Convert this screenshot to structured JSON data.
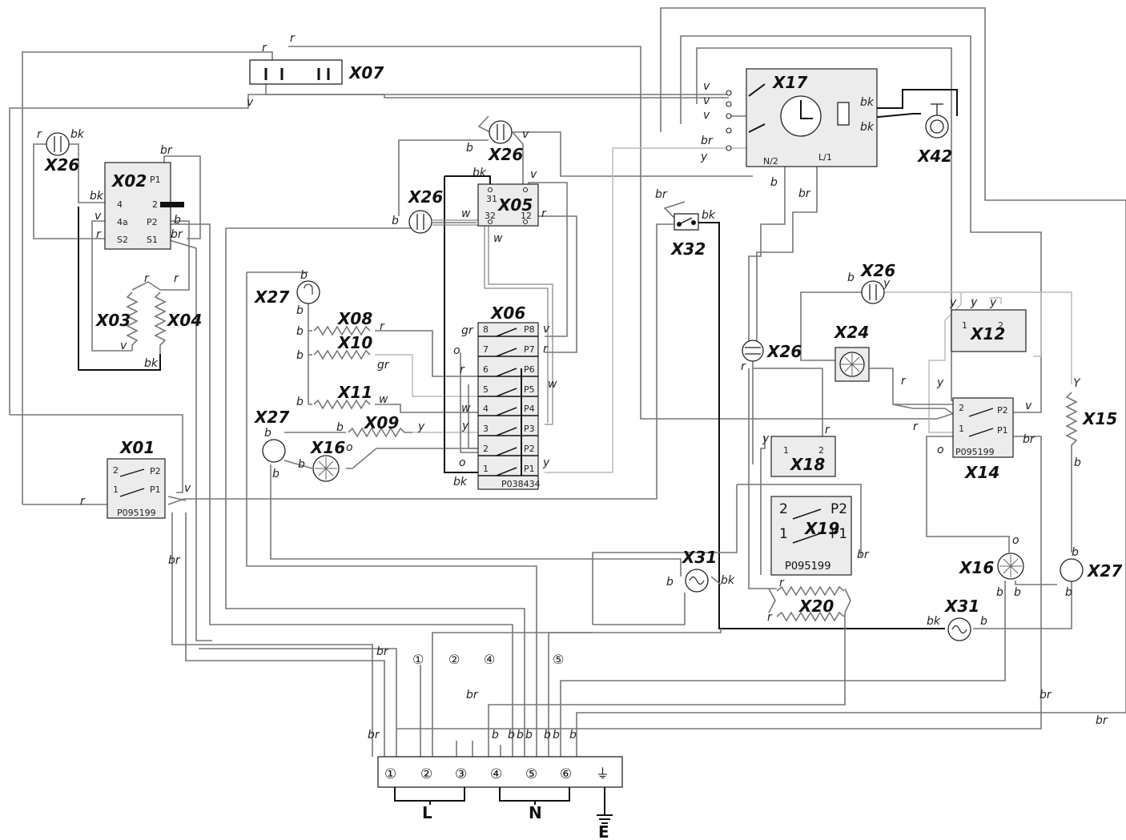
{
  "labels": {
    "X01": "X01",
    "X02": "X02",
    "X03": "X03",
    "X04": "X04",
    "X05": "X05",
    "X06": "X06",
    "X07": "X07",
    "X08": "X08",
    "X09": "X09",
    "X10": "X10",
    "X11": "X11",
    "X12": "X12",
    "X14": "X14",
    "X15": "X15",
    "X16": "X16",
    "X17": "X17",
    "X18": "X18",
    "X19": "X19",
    "X20": "X20",
    "X24": "X24",
    "X26": "X26",
    "X27": "X27",
    "X31": "X31",
    "X32": "X32",
    "X42": "X42"
  },
  "part_numbers": {
    "switch_a": "P095199",
    "selector": "P038434"
  },
  "wire_colors": {
    "r": "r",
    "bk": "bk",
    "br": "br",
    "v": "v",
    "b": "b",
    "w": "w",
    "y": "y",
    "Y": "Y",
    "gr": "gr",
    "o": "o"
  },
  "pins": {
    "P1": "P1",
    "P2": "P2",
    "P3": "P3",
    "P4": "P4",
    "P5": "P5",
    "P6": "P6",
    "P7": "P7",
    "P8": "P8",
    "p4": "4",
    "p4a": "4a",
    "p2": "2",
    "S1": "S1",
    "S2": "S2",
    "n1": "1",
    "n2": "2",
    "n3": "3",
    "n4": "4",
    "n5": "5",
    "n6": "6",
    "n7": "7",
    "n8": "8",
    "n12": "12",
    "n31": "31",
    "n32": "32",
    "N2": "N/2",
    "L1": "L/1"
  },
  "terminals": [
    "①",
    "②",
    "③",
    "④",
    "⑤",
    "⑥",
    "⏚"
  ],
  "terminal_groups": {
    "L": "L",
    "N": "N",
    "E": "E"
  },
  "callouts": [
    "①",
    "②",
    "④",
    "⑤"
  ]
}
